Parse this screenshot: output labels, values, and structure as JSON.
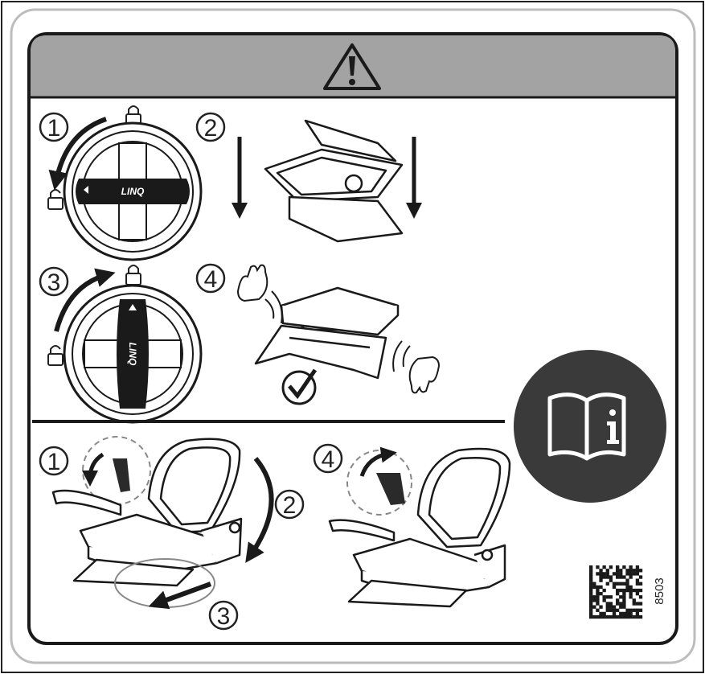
{
  "label": {
    "brand_text": "LINQ",
    "part_number": "8503",
    "header_icon": "warning-triangle-icon",
    "info_icon": "read-manual-icon",
    "colors": {
      "header": "#a3a3a3",
      "info_circle": "#3a3a3a",
      "ink": "#1a1a1a",
      "frame": "#bdbdbd"
    }
  },
  "steps_top": [
    {
      "number": "1",
      "icon": "unlock-rotate-knob-icon"
    },
    {
      "number": "2",
      "icon": "storage-box-lower-icon"
    },
    {
      "number": "3",
      "icon": "lock-rotate-knob-icon"
    },
    {
      "number": "4",
      "icon": "box-shake-check-icon"
    }
  ],
  "steps_bottom": [
    {
      "number": "1",
      "icon": "seat-release-lever-icon"
    },
    {
      "number": "2",
      "icon": "seat-tilt-forward-icon"
    },
    {
      "number": "3",
      "icon": "seat-slide-icon"
    },
    {
      "number": "4",
      "icon": "seat-lock-lever-icon"
    }
  ]
}
